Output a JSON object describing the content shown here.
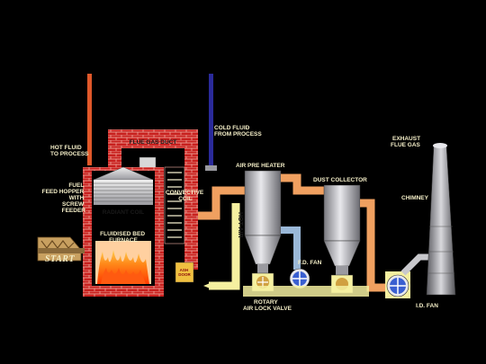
{
  "colors": {
    "background": "#000000",
    "brick": "#c8201e",
    "mortar": "#f4b3a9",
    "hot_pipe": "#e0582a",
    "cold_pipe": "#2a2a9a",
    "air_duct": "#f0a060",
    "hot_air_duct": "#f5f0a0",
    "blue_duct": "#9ab8d8",
    "steel": "#c8c8cc",
    "fan_blue": "#3a5fd0",
    "flame": "#ff6a1a"
  },
  "labels": {
    "hot_fluid": [
      "HOT FLUID",
      "TO PROCESS"
    ],
    "fuel_feed": [
      "FUEL",
      "FEED HOPPER",
      "WITH",
      "SCREW",
      "FEEDER"
    ],
    "start": "START",
    "flue_gas_duct": "FLUE GAS DUCT",
    "cold_fluid": [
      "COLD FLUID",
      "FROM PROCESS"
    ],
    "radiant_coil": "RADIANT COIL",
    "fluidised_bed": [
      "FLUIDISED BED",
      "FURNACE"
    ],
    "convective_coil": [
      "CONVECTIVE",
      "COIL"
    ],
    "ash_door": [
      "ASH",
      "DOOR"
    ],
    "hot_air": "HOT AIR",
    "air_pre_heater": "AIR PRE HEATER",
    "dust_collector": "DUST COLLECTOR",
    "fd_fan": "F.D. FAN",
    "rotary_valve": [
      "ROTARY",
      "AIR LOCK VALVE"
    ],
    "exhaust": [
      "EXHAUST",
      "FLUE GAS"
    ],
    "chimney": "CHIMNEY",
    "id_fan": "I.D. FAN"
  }
}
